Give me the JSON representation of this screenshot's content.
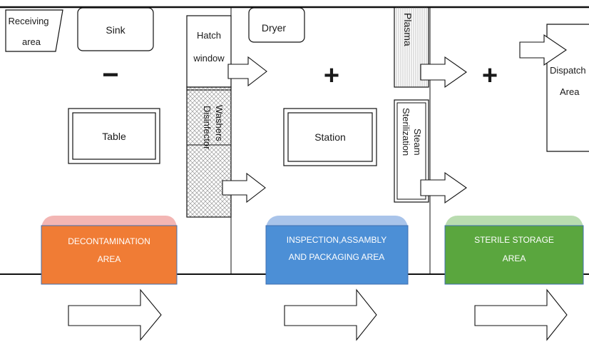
{
  "labels": {
    "receiving_line1": "Receiving",
    "receiving_line2": "area",
    "sink": "Sink",
    "hatch_line1": "Hatch",
    "hatch_line2": "window",
    "dryer": "Dryer",
    "plasma": "Plasma",
    "minus": "−",
    "plus_center": "+",
    "plus_right": "+",
    "dispatch_line1": "Dispatch",
    "dispatch_line2": "Area",
    "table": "Table",
    "washers_line1": "Washers",
    "washers_line2": "Disinfector",
    "station": "Station",
    "steam_line1": "Steam",
    "steam_line2": "Sterilization"
  },
  "zones": {
    "decon_line1": "DECONTAMINATION",
    "decon_line2": "AREA",
    "inspect_line1": "INSPECTION,ASSAMBLY",
    "inspect_line2": "AND PACKAGING AREA",
    "sterile_line1": "STERILE STORAGE",
    "sterile_line2": "AREA"
  },
  "colors": {
    "decon": "#f07c35",
    "decon_tab": "#f3b6b4",
    "inspect": "#4c8fd6",
    "inspect_tab": "#a9c4ea",
    "sterile": "#5aa63e",
    "sterile_tab": "#b9dcb0"
  }
}
